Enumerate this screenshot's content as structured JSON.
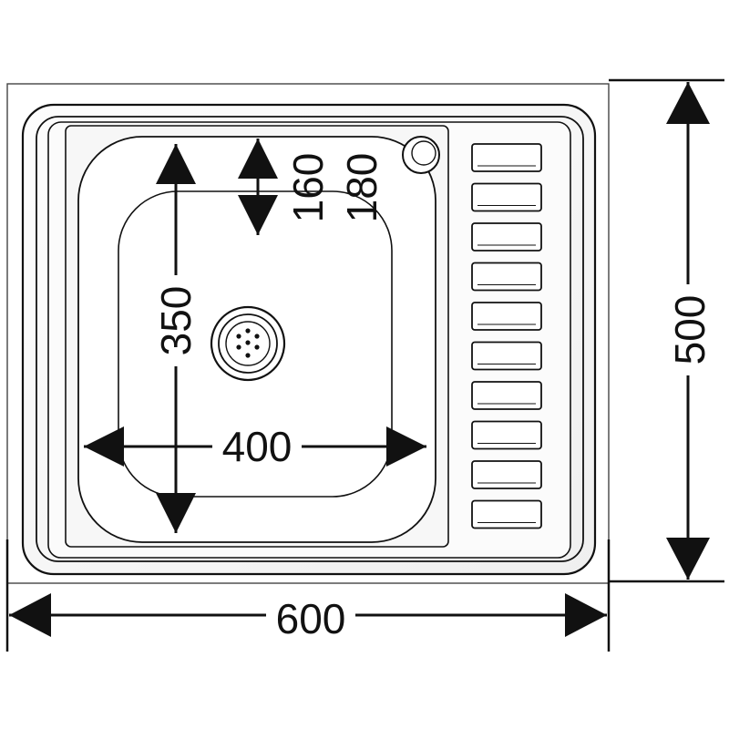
{
  "dimensions": {
    "overall_width": "600",
    "overall_depth": "500",
    "bowl_width": "400",
    "bowl_length": "350",
    "bowl_depth_bottom": "160",
    "bowl_depth_top": "180"
  },
  "colors": {
    "line": "#111111",
    "background": "#ffffff",
    "steel_light": "#f4f4f4"
  }
}
